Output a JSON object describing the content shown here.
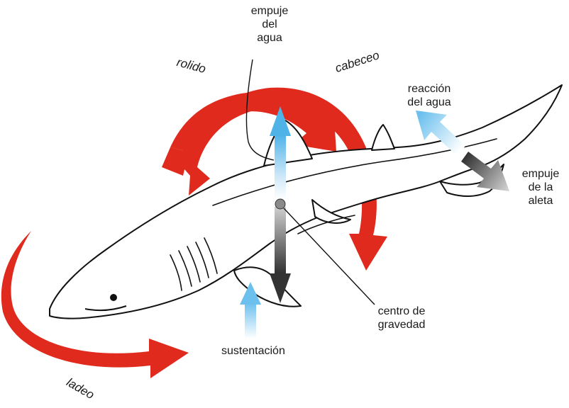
{
  "labels": {
    "empuje_agua": [
      "empuje",
      "del",
      "agua"
    ],
    "rolido": "rolido",
    "cabeceo": "cabeceo",
    "reaccion_agua": [
      "reacción",
      "del agua"
    ],
    "empuje_aleta": [
      "empuje",
      "de la",
      "aleta"
    ],
    "centro_gravedad": [
      "centro de",
      "gravedad"
    ],
    "sustentacion": "sustentación",
    "ladeo": "ladeo"
  },
  "colors": {
    "rotation_arrow": "#e02a1e",
    "water_arrow": "#5cb8ea",
    "weight_arrow": "#444444",
    "outline": "#111111"
  },
  "icons": {
    "roll": "curved-double-arrow",
    "pitch": "curved-double-arrow",
    "yaw": "curved-arrow",
    "forces": "gradient-straight-arrow"
  }
}
